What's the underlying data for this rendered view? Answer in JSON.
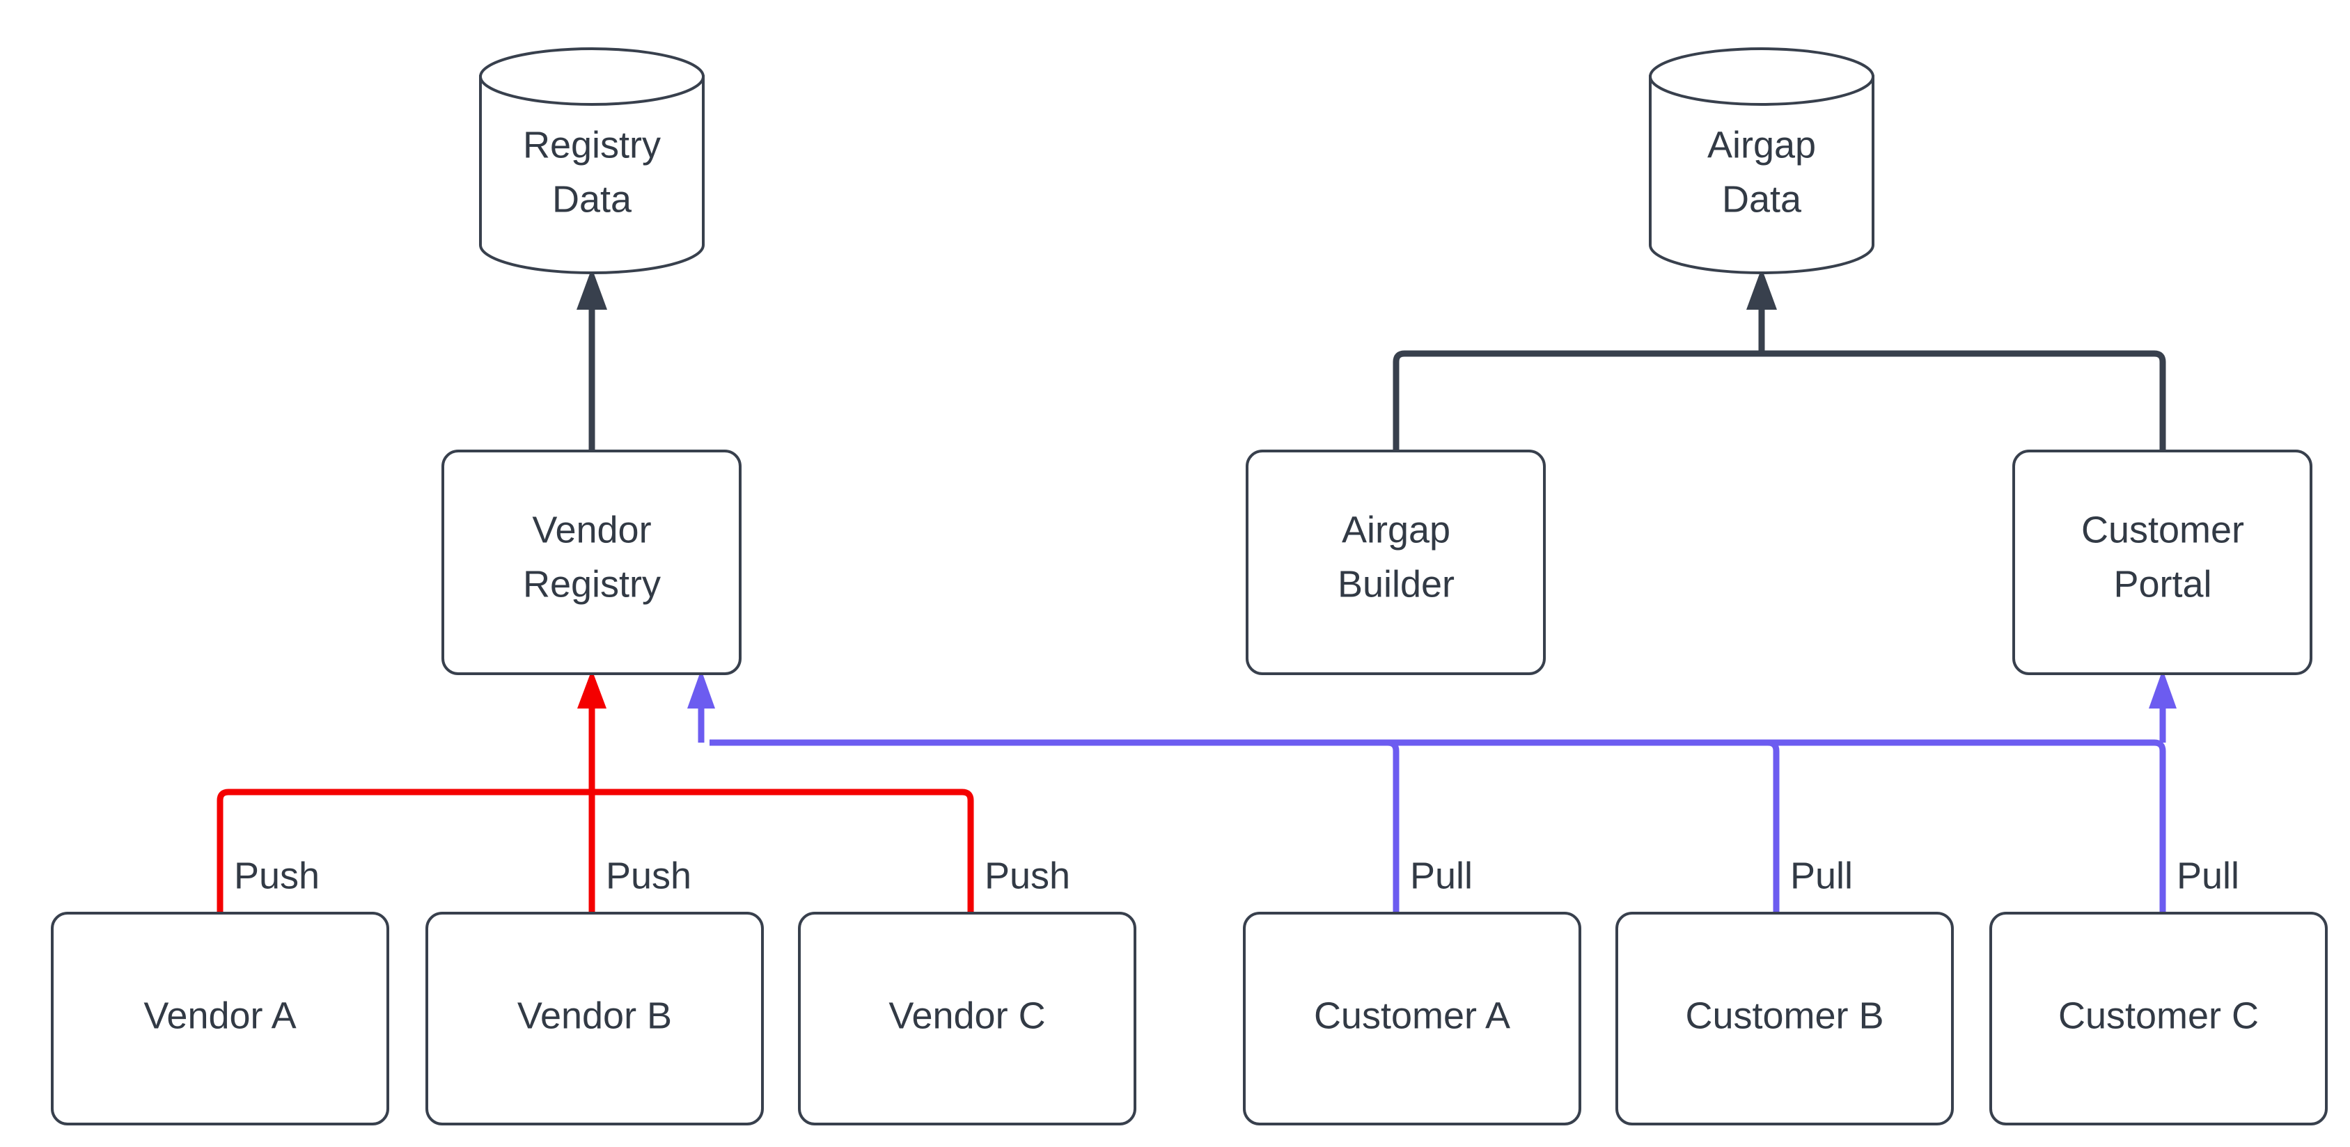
{
  "diagram": {
    "type": "flowchart",
    "background_color": "#ffffff",
    "colors": {
      "node_stroke": "#38404d",
      "node_fill": "#ffffff",
      "text": "#323a45",
      "push_edge": "#f40000",
      "pull_edge": "#6c5cf0",
      "default_edge": "#38404d"
    },
    "datastores": [
      {
        "id": "registry-data",
        "label_line1": "Registry",
        "label_line2": "Data",
        "shape": "cylinder"
      },
      {
        "id": "airgap-data",
        "label_line1": "Airgap",
        "label_line2": "Data",
        "shape": "cylinder"
      }
    ],
    "services": [
      {
        "id": "vendor-registry",
        "label_line1": "Vendor",
        "label_line2": "Registry",
        "shape": "rounded-rect"
      },
      {
        "id": "airgap-builder",
        "label_line1": "Airgap",
        "label_line2": "Builder",
        "shape": "rounded-rect"
      },
      {
        "id": "customer-portal",
        "label_line1": "Customer",
        "label_line2": "Portal",
        "shape": "rounded-rect"
      }
    ],
    "actors": [
      {
        "id": "vendor-a",
        "label": "Vendor A",
        "edge_label": "Push",
        "edge_kind": "push"
      },
      {
        "id": "vendor-b",
        "label": "Vendor B",
        "edge_label": "Push",
        "edge_kind": "push"
      },
      {
        "id": "vendor-c",
        "label": "Vendor C",
        "edge_label": "Push",
        "edge_kind": "push"
      },
      {
        "id": "customer-a",
        "label": "Customer A",
        "edge_label": "Pull",
        "edge_kind": "pull"
      },
      {
        "id": "customer-b",
        "label": "Customer B",
        "edge_label": "Pull",
        "edge_kind": "pull"
      },
      {
        "id": "customer-c",
        "label": "Customer C",
        "edge_label": "Pull",
        "edge_kind": "pull"
      }
    ],
    "edges": [
      {
        "id": "edge-vendor-registry-to-registry-data",
        "from": "vendor-registry",
        "to": "registry-data",
        "label": "",
        "kind": "default"
      },
      {
        "id": "edge-airgap-builder-to-airgap-data",
        "from": "airgap-builder",
        "to": "airgap-data",
        "label": "",
        "kind": "default"
      },
      {
        "id": "edge-customer-portal-to-airgap-data",
        "from": "customer-portal",
        "to": "airgap-data",
        "label": "",
        "kind": "default"
      },
      {
        "id": "edge-vendor-a-push",
        "from": "vendor-a",
        "to": "vendor-registry",
        "label": "Push",
        "kind": "push"
      },
      {
        "id": "edge-vendor-b-push",
        "from": "vendor-b",
        "to": "vendor-registry",
        "label": "Push",
        "kind": "push"
      },
      {
        "id": "edge-vendor-c-push",
        "from": "vendor-c",
        "to": "vendor-registry",
        "label": "Push",
        "kind": "push"
      },
      {
        "id": "edge-customer-a-pull",
        "from": "customer-a",
        "to": "vendor-registry",
        "label": "Pull",
        "kind": "pull"
      },
      {
        "id": "edge-customer-b-pull",
        "from": "customer-b",
        "to": "vendor-registry",
        "label": "Pull",
        "kind": "pull"
      },
      {
        "id": "edge-customer-c-pull",
        "from": "customer-c",
        "to": "customer-portal",
        "label": "Pull",
        "kind": "pull"
      }
    ],
    "edge_labels": {
      "push_1": "Push",
      "push_2": "Push",
      "push_3": "Push",
      "pull_1": "Pull",
      "pull_2": "Pull",
      "pull_3": "Pull"
    }
  }
}
